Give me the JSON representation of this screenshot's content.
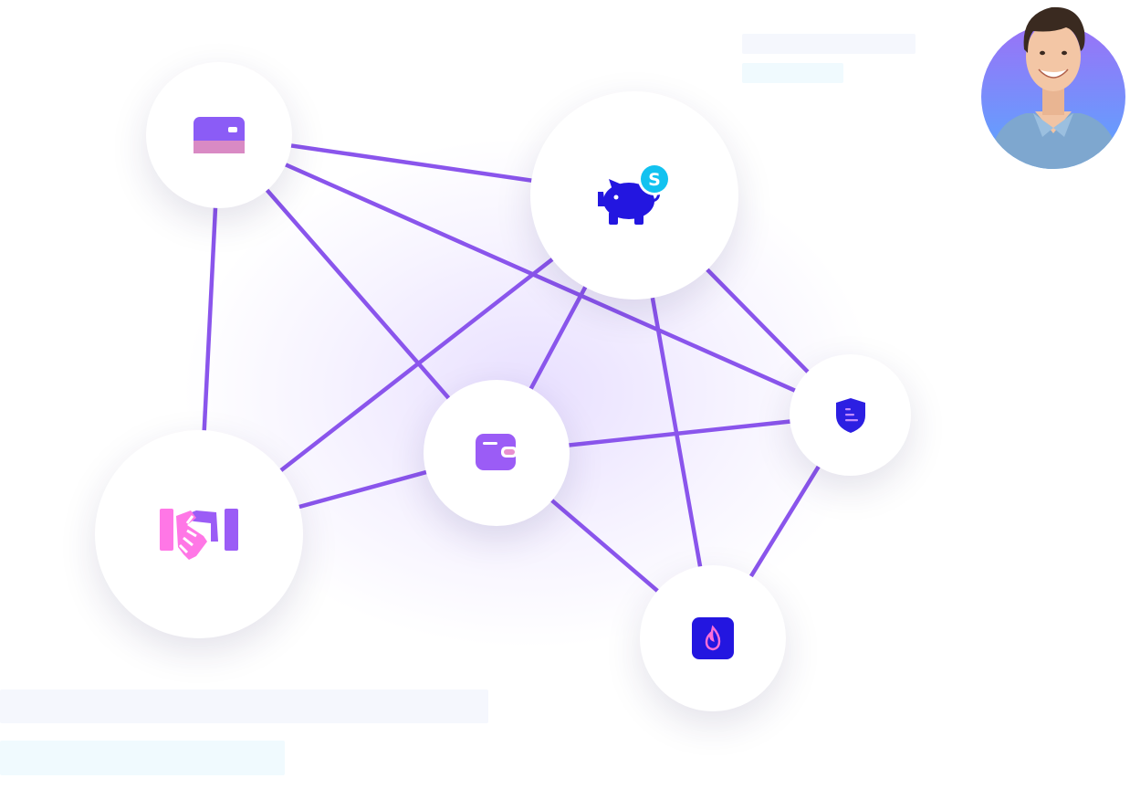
{
  "diagram": {
    "nodes": [
      {
        "id": "card",
        "icon": "credit-card-icon"
      },
      {
        "id": "piggy",
        "icon": "piggy-bank-dollar-icon"
      },
      {
        "id": "wallet",
        "icon": "wallet-icon"
      },
      {
        "id": "shield",
        "icon": "shield-document-icon"
      },
      {
        "id": "handshake",
        "icon": "handshake-icon"
      },
      {
        "id": "fire",
        "icon": "fire-icon"
      }
    ],
    "edges": [
      [
        "card",
        "piggy"
      ],
      [
        "card",
        "shield"
      ],
      [
        "card",
        "wallet"
      ],
      [
        "card",
        "handshake"
      ],
      [
        "piggy",
        "handshake"
      ],
      [
        "piggy",
        "wallet"
      ],
      [
        "piggy",
        "fire"
      ],
      [
        "piggy",
        "shield"
      ],
      [
        "wallet",
        "handshake"
      ],
      [
        "wallet",
        "shield"
      ],
      [
        "wallet",
        "fire"
      ],
      [
        "shield",
        "fire"
      ]
    ]
  },
  "colors": {
    "edge": "#8a55ec",
    "card_body": "#8b5cf6",
    "card_stripe": "#d98ac4",
    "piggy": "#2316e0",
    "coin": "#12c2f0",
    "wallet": "#9b5cf6",
    "shield": "#2c1fe2",
    "fire_bg": "#2316e0",
    "fire_flame": "#ff6fd8",
    "handshake_left": "#ff77e6",
    "handshake_right": "#9b5cf6",
    "placeholder_gray": "#f5f7fd",
    "placeholder_cyan": "#f0fafe",
    "avatar_bg": "#7f7ef9"
  },
  "avatar": {
    "icon": "user-avatar"
  }
}
